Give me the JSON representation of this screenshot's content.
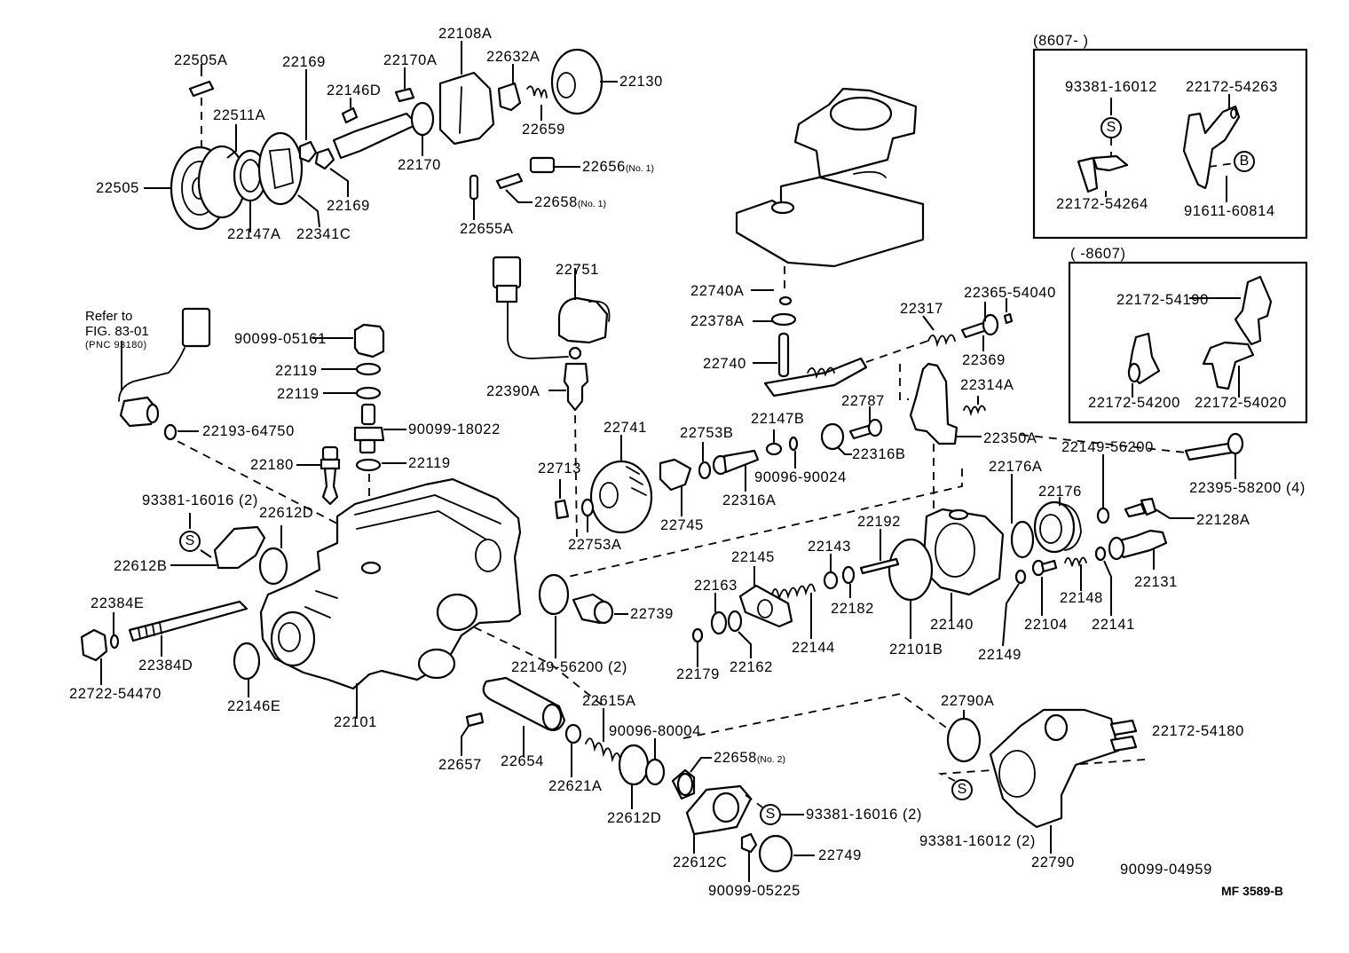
{
  "diagram": {
    "figure_code": "MF 3589-B",
    "refer_note": {
      "line1": "Refer to",
      "line2": "FIG. 83-01",
      "line3": "(PNC 93180)"
    },
    "insets": [
      {
        "caption": "(8607-        )",
        "labels": [
          "93381-16012",
          "22172-54263",
          "22172-54264",
          "91611-60814"
        ],
        "symbols": [
          "S",
          "B"
        ]
      },
      {
        "caption": "(        -8607)",
        "labels": [
          "22172-54190",
          "22172-54200",
          "22172-54020"
        ]
      }
    ],
    "symbols": {
      "s": "S",
      "b": "B"
    },
    "labels": {
      "l22505A": "22505A",
      "l22169a": "22169",
      "l22170A": "22170A",
      "l22108A": "22108A",
      "l22632A": "22632A",
      "l22130": "22130",
      "l22146D": "22146D",
      "l22511A": "22511A",
      "l22505": "22505",
      "l22147A": "22147A",
      "l22341C": "22341C",
      "l22169b": "22169",
      "l22170": "22170",
      "l22659": "22659",
      "l22656": "22656",
      "l22656q": "(No. 1)",
      "l22658a": "22658",
      "l22658aq": "(No. 1)",
      "l22655A": "22655A",
      "l22751": "22751",
      "l22390A": "22390A",
      "l90099_05161": "90099-05161",
      "l22119a": "22119",
      "l22119b": "22119",
      "l90099_18022": "90099-18022",
      "l22119c": "22119",
      "l22193_64750": "22193-64750",
      "l22180": "22180",
      "l93381_16016a": "93381-16016 (2)",
      "l22612D_a": "22612D",
      "l22612B": "22612B",
      "l22384E": "22384E",
      "l22384D": "22384D",
      "l22722_54470": "22722-54470",
      "l22146E": "22146E",
      "l22101": "22101",
      "l22740A": "22740A",
      "l22378A": "22378A",
      "l22740": "22740",
      "l22317": "22317",
      "l22365_54040": "22365-54040",
      "l22369": "22369",
      "l22314A": "22314A",
      "l22787": "22787",
      "l22350A": "22350A",
      "l22316B": "22316B",
      "l22741": "22741",
      "l22753B": "22753B",
      "l22147B": "22147B",
      "l90096_90024": "90096-90024",
      "l22316A": "22316A",
      "l22713": "22713",
      "l22753A": "22753A",
      "l22745": "22745",
      "l22149_56200a": "22149-56200",
      "l22395_58200": "22395-58200 (4)",
      "l22176A": "22176A",
      "l22176": "22176",
      "l22128A": "22128A",
      "l22192": "22192",
      "l22143": "22143",
      "l22145": "22145",
      "l22163": "22163",
      "l22182": "22182",
      "l22131": "22131",
      "l22148": "22148",
      "l22140": "22140",
      "l22101B": "22101B",
      "l22104": "22104",
      "l22141": "22141",
      "l22149": "22149",
      "l22144": "22144",
      "l22179": "22179",
      "l22162": "22162",
      "l22739": "22739",
      "l22149_56200b": "22149-56200 (2)",
      "l22615A": "22615A",
      "l90096_80004": "90096-80004",
      "l22658b": "22658",
      "l22658bq": "(No. 2)",
      "l22657": "22657",
      "l22654": "22654",
      "l22621A": "22621A",
      "l22612D_b": "22612D",
      "l93381_16016b": "93381-16016 (2)",
      "l22749": "22749",
      "l22612C": "22612C",
      "l90099_05225": "90099-05225",
      "l22790A": "22790A",
      "l22172_54180": "22172-54180",
      "l93381_16012b": "93381-16012 (2)",
      "l22790": "22790",
      "l90099_04959": "90099-04959"
    }
  }
}
